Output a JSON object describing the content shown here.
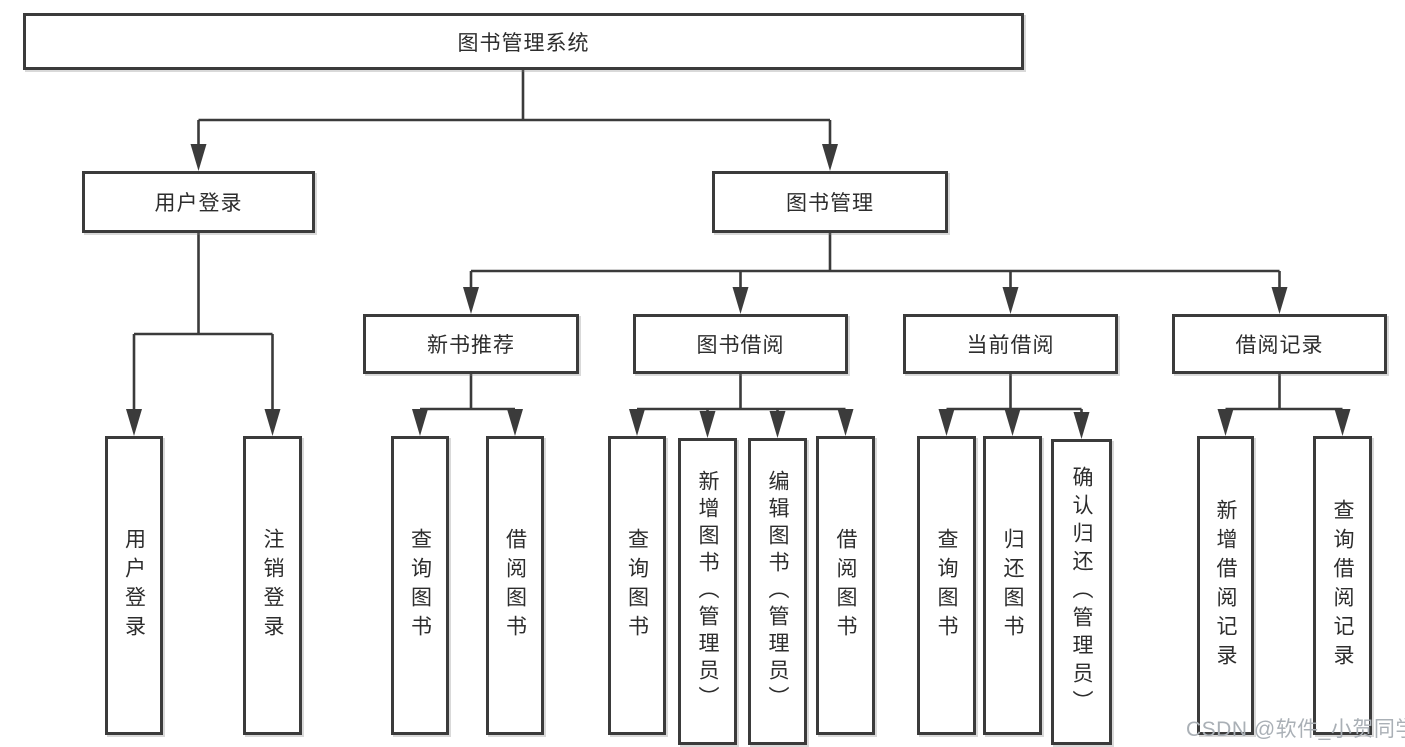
{
  "diagram": {
    "root": {
      "label": "图书管理系统"
    },
    "level1": [
      {
        "label": "用户登录"
      },
      {
        "label": "图书管理"
      }
    ],
    "level2": [
      {
        "label": "新书推荐"
      },
      {
        "label": "图书借阅"
      },
      {
        "label": "当前借阅"
      },
      {
        "label": "借阅记录"
      }
    ],
    "leaves": {
      "user_login": [
        "用户登录",
        "注销登录"
      ],
      "new_book": [
        "查询图书",
        "借阅图书"
      ],
      "borrow": [
        "查询图书",
        "新增图书（管理员）",
        "编辑图书（管理员）",
        "借阅图书"
      ],
      "current": [
        "查询图书",
        "归还图书",
        "确认归还（管理员）"
      ],
      "records": [
        "新增借阅记录",
        "查询借阅记录"
      ]
    }
  },
  "watermark": {
    "text": "CSDN @软件_小贺同学",
    "color": "#aab0b6"
  },
  "colors": {
    "line": "#3b3b3b",
    "text": "#2d2d2d",
    "background": "#ffffff"
  }
}
